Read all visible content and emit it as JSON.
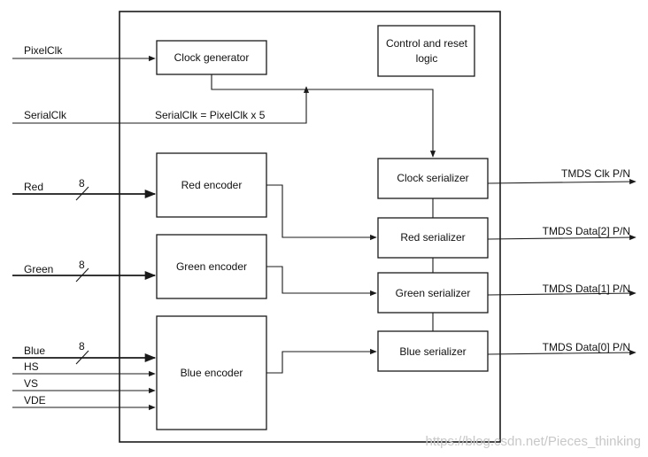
{
  "inputs": {
    "pixel_clk": "PixelClk",
    "serial_clk": "SerialClk",
    "red": "Red",
    "green": "Green",
    "blue": "Blue",
    "hs": "HS",
    "vs": "VS",
    "vde": "VDE"
  },
  "bus_widths": {
    "red": "8",
    "green": "8",
    "blue": "8"
  },
  "blocks": {
    "clock_generator": "Clock generator",
    "control_line1": "Control and reset",
    "control_line2": "logic",
    "red_encoder": "Red encoder",
    "green_encoder": "Green encoder",
    "blue_encoder": "Blue encoder",
    "clock_serializer": "Clock serializer",
    "red_serializer": "Red serializer",
    "green_serializer": "Green serializer",
    "blue_serializer": "Blue serializer"
  },
  "equation": "SerialClk = PixelClk x 5",
  "outputs": {
    "tmds_clk": "TMDS Clk P/N",
    "tmds_data2": "TMDS Data[2] P/N",
    "tmds_data1": "TMDS Data[1] P/N",
    "tmds_data0": "TMDS Data[0] P/N"
  },
  "watermark": "https://blog.csdn.net/Pieces_thinking"
}
